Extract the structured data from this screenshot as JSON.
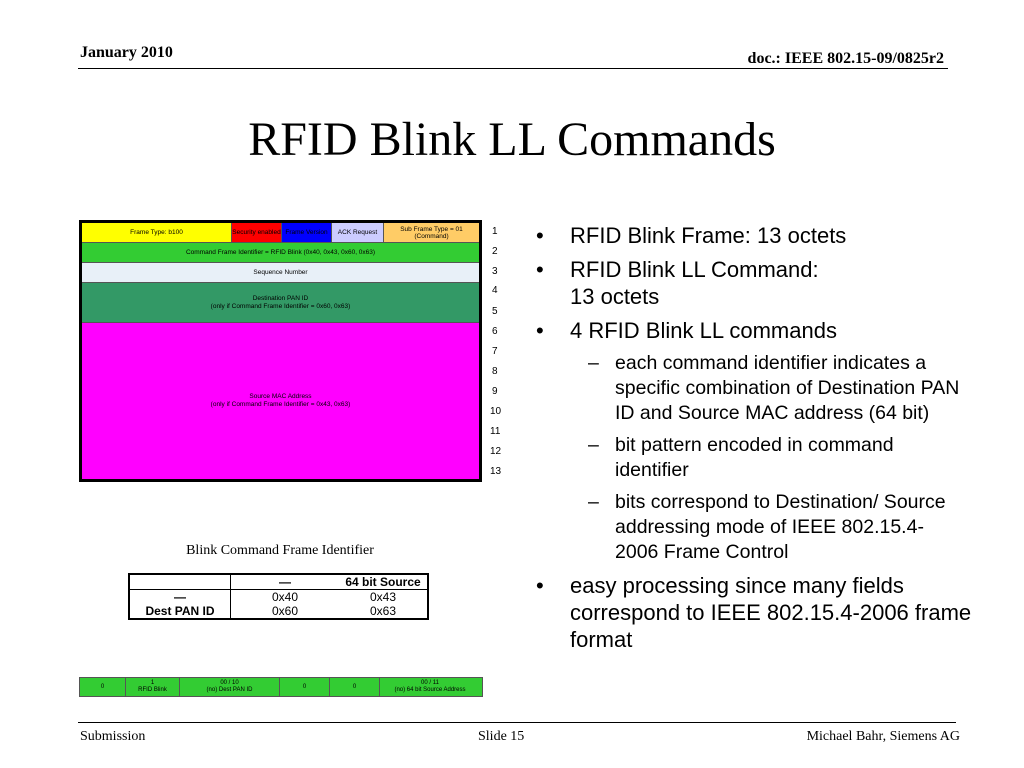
{
  "header": {
    "date": "January 2010",
    "doc": "doc.: IEEE 802.15-09/0825r2"
  },
  "title": "RFID Blink LL Commands",
  "frame": {
    "row1": {
      "frame_type": "Frame Type: b100",
      "security": "Security enabled",
      "frame_version": "Frame Version",
      "ack_request": "ACK Request",
      "sub_frame_type": "Sub Frame Type = 01 (Command)"
    },
    "row2": "Command Frame Identifier = RFID Blink (0x40, 0x43, 0x60, 0x63)",
    "row3": "Sequence Number",
    "row4": {
      "line1": "Destination PAN ID",
      "line2": "(only if Command Frame Identifier = 0x60, 0x63)"
    },
    "row5": {
      "line1": "Source MAC Address",
      "line2": "(only if Command Frame Identifier = 0x43, 0x63)"
    },
    "row_numbers": [
      "1",
      "2",
      "3",
      "4",
      "5",
      "6",
      "7",
      "8",
      "9",
      "10",
      "11",
      "12",
      "13"
    ],
    "colors": {
      "yellow": "#ffff00",
      "red": "#ff0000",
      "blue": "#0000ff",
      "lavender": "#ccccff",
      "orange": "#ffcc66",
      "green": "#33cc33",
      "light_blue": "#e8f0f8",
      "dark_green": "#339966",
      "magenta": "#ff00ff"
    }
  },
  "caption": "Blink Command Frame Identifier",
  "cfi_table": {
    "header": [
      "",
      "—",
      "64 bit Source"
    ],
    "rows": [
      [
        "—",
        "0x40",
        "0x43"
      ],
      [
        "Dest PAN ID",
        "0x60",
        "0x63"
      ]
    ]
  },
  "bits": [
    {
      "top": "0",
      "bottom": ""
    },
    {
      "top": "1",
      "bottom": "RFID Blink"
    },
    {
      "top": "00 / 10",
      "bottom": "(no) Dest PAN ID"
    },
    {
      "top": "0",
      "bottom": ""
    },
    {
      "top": "0",
      "bottom": ""
    },
    {
      "top": "00 / 11",
      "bottom": "(no) 64 bit Source Address"
    }
  ],
  "bullets": [
    {
      "level": 1,
      "text": "RFID Blink Frame: 13 octets"
    },
    {
      "level": 1,
      "text": "RFID Blink LL Command:",
      "text2": "13 octets"
    },
    {
      "level": 1,
      "text": "4 RFID Blink LL commands"
    },
    {
      "level": 2,
      "text": "each command identifier indicates a specific combination of Destination PAN ID and Source MAC address (64 bit)"
    },
    {
      "level": 2,
      "text": "bit pattern encoded in command identifier"
    },
    {
      "level": 2,
      "text": "bits correspond to Destination/ Source addressing mode of IEEE 802.15.4-2006 Frame Control"
    },
    {
      "level": 1,
      "text": "easy processing since many fields correspond to IEEE 802.15.4-2006 frame format"
    }
  ],
  "footer": {
    "left": "Submission",
    "center": "Slide 15",
    "right": "Michael Bahr, Siemens AG"
  }
}
